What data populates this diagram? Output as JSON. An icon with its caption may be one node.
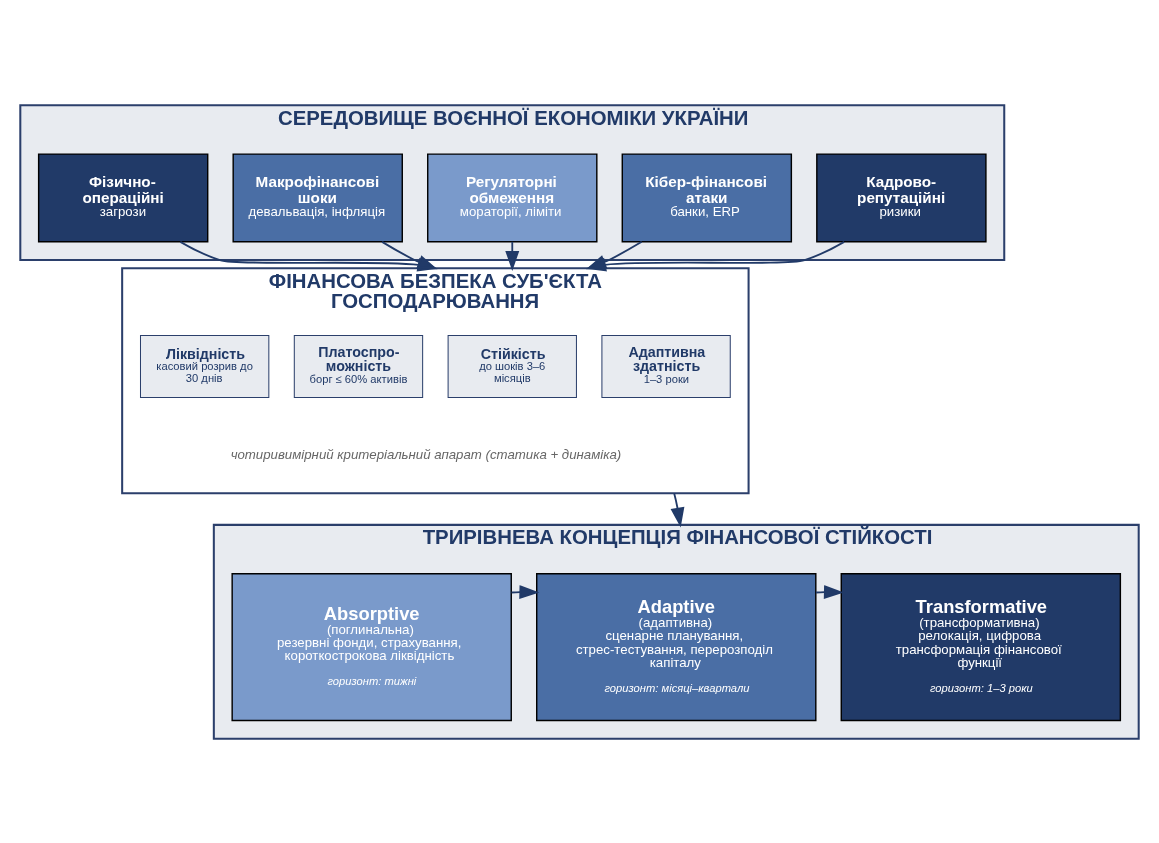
{
  "diagram": {
    "nodes": [
      {
        "text": [
          "СЕРЕДОВИЩЕ ВОЄННОЇ ЕКОНОМІКИ УКРАЇНИ"
        ]
      },
      {
        "text": [
          "Фізично- операційні",
          "загрози"
        ],
        "in": 0
      },
      {
        "text": [
          "Макрофінансові шоки",
          "девальвація, інфляція"
        ],
        "in": 0
      },
      {
        "text": [
          "Регуляторні обмеження",
          "мораторії, ліміти"
        ],
        "in": 0
      },
      {
        "text": [
          "Кібер-фінансові атаки",
          "банки, ERP"
        ],
        "in": 0
      },
      {
        "text": [
          "Кадрово- репутаційні",
          "ризики"
        ],
        "in": 0
      },
      {
        "text": [
          "ФІНАНСОВА БЕЗПЕКА СУБ'ЄКТА ГОСПОДАРЮВАННЯ",
          "чотиривимірний критеріальний апарат (статика + динаміка)"
        ]
      },
      {
        "text": [
          "Ліквідність",
          "касовий розрив до 30 днів"
        ],
        "in": 6
      },
      {
        "text": [
          "Платоспро- можність",
          "борг ≤ 60% активів"
        ],
        "in": 6
      },
      {
        "text": [
          "Стійкість",
          "до шоків 3–6 місяців"
        ],
        "in": 6
      },
      {
        "text": [
          "Адаптивна здатність",
          "1–3 роки"
        ],
        "in": 6
      },
      {
        "text": [
          "ТРИРІВНЕВА КОНЦЕПЦІЯ ФІНАНСОВОЇ СТІЙКОСТІ"
        ]
      },
      {
        "text": [
          "Absorptive",
          "(поглинальна)",
          "резервні фонди, страхування, короткострокова ліквідність",
          "горизонт: тижні"
        ],
        "in": 11
      },
      {
        "text": [
          "Adaptive",
          "(адаптивна)",
          "сценарне планування, стрес-тестування, перерозподіл капіталу",
          "горизонт: місяці–квартали"
        ],
        "in": 11
      },
      {
        "text": [
          "Transformative",
          "(трансформативна)",
          "релокація, цифрова трансформація фінансової функції",
          "горизонт: 1–3 роки"
        ],
        "in": 11
      }
    ],
    "edges": [
      {
        "from": 1,
        "to": 6,
        "arrow": "to"
      },
      {
        "from": 2,
        "to": 6,
        "arrow": "to"
      },
      {
        "from": 3,
        "to": 6,
        "arrow": "to"
      },
      {
        "from": 4,
        "to": 6,
        "arrow": "to"
      },
      {
        "from": 5,
        "to": 6,
        "arrow": "to"
      },
      {
        "from": 6,
        "to": 11,
        "arrow": "to"
      },
      {
        "from": 12,
        "to": 13,
        "arrow": "to"
      },
      {
        "from": 13,
        "to": 14,
        "arrow": "to"
      }
    ]
  }
}
